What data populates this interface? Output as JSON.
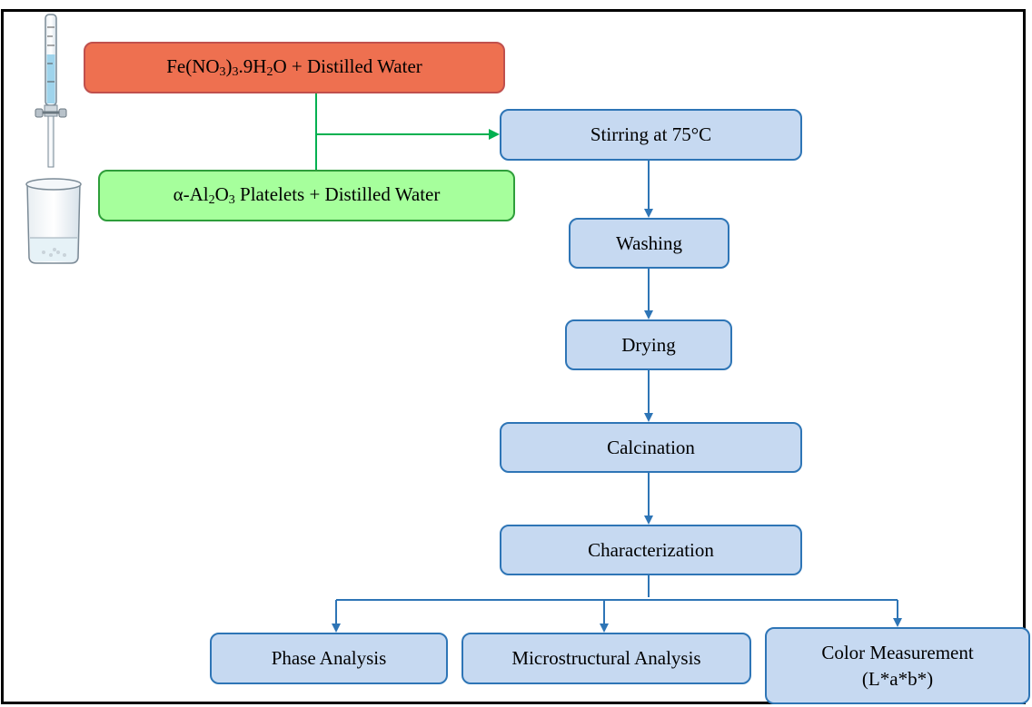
{
  "diagram": {
    "inputs": {
      "iron_source": {
        "parts": [
          "Fe(NO",
          "3",
          ")",
          "3",
          ".9H",
          "2",
          "O + Distilled Water"
        ]
      },
      "alumina_source": {
        "parts": [
          "α-Al",
          "2",
          "O",
          "3",
          " Platelets + Distilled Water"
        ]
      }
    },
    "steps": {
      "stirring": "Stirring at 75°C",
      "washing": "Washing",
      "drying": "Drying",
      "calcination": "Calcination",
      "characterization": "Characterization"
    },
    "outputs": {
      "phase": "Phase Analysis",
      "microstructure": "Microstructural Analysis",
      "color_line1": "Color Measurement",
      "color_line2": "(L*a*b*)"
    },
    "colors": {
      "step_fill": "#c6d9f1",
      "step_border": "#2e75b6",
      "iron_fill": "#ee7050",
      "alumina_fill": "#a6ff9c",
      "green_connector": "#00b050",
      "blue_connector": "#2e75b6"
    },
    "icons": [
      "burette-icon",
      "beaker-icon"
    ]
  }
}
